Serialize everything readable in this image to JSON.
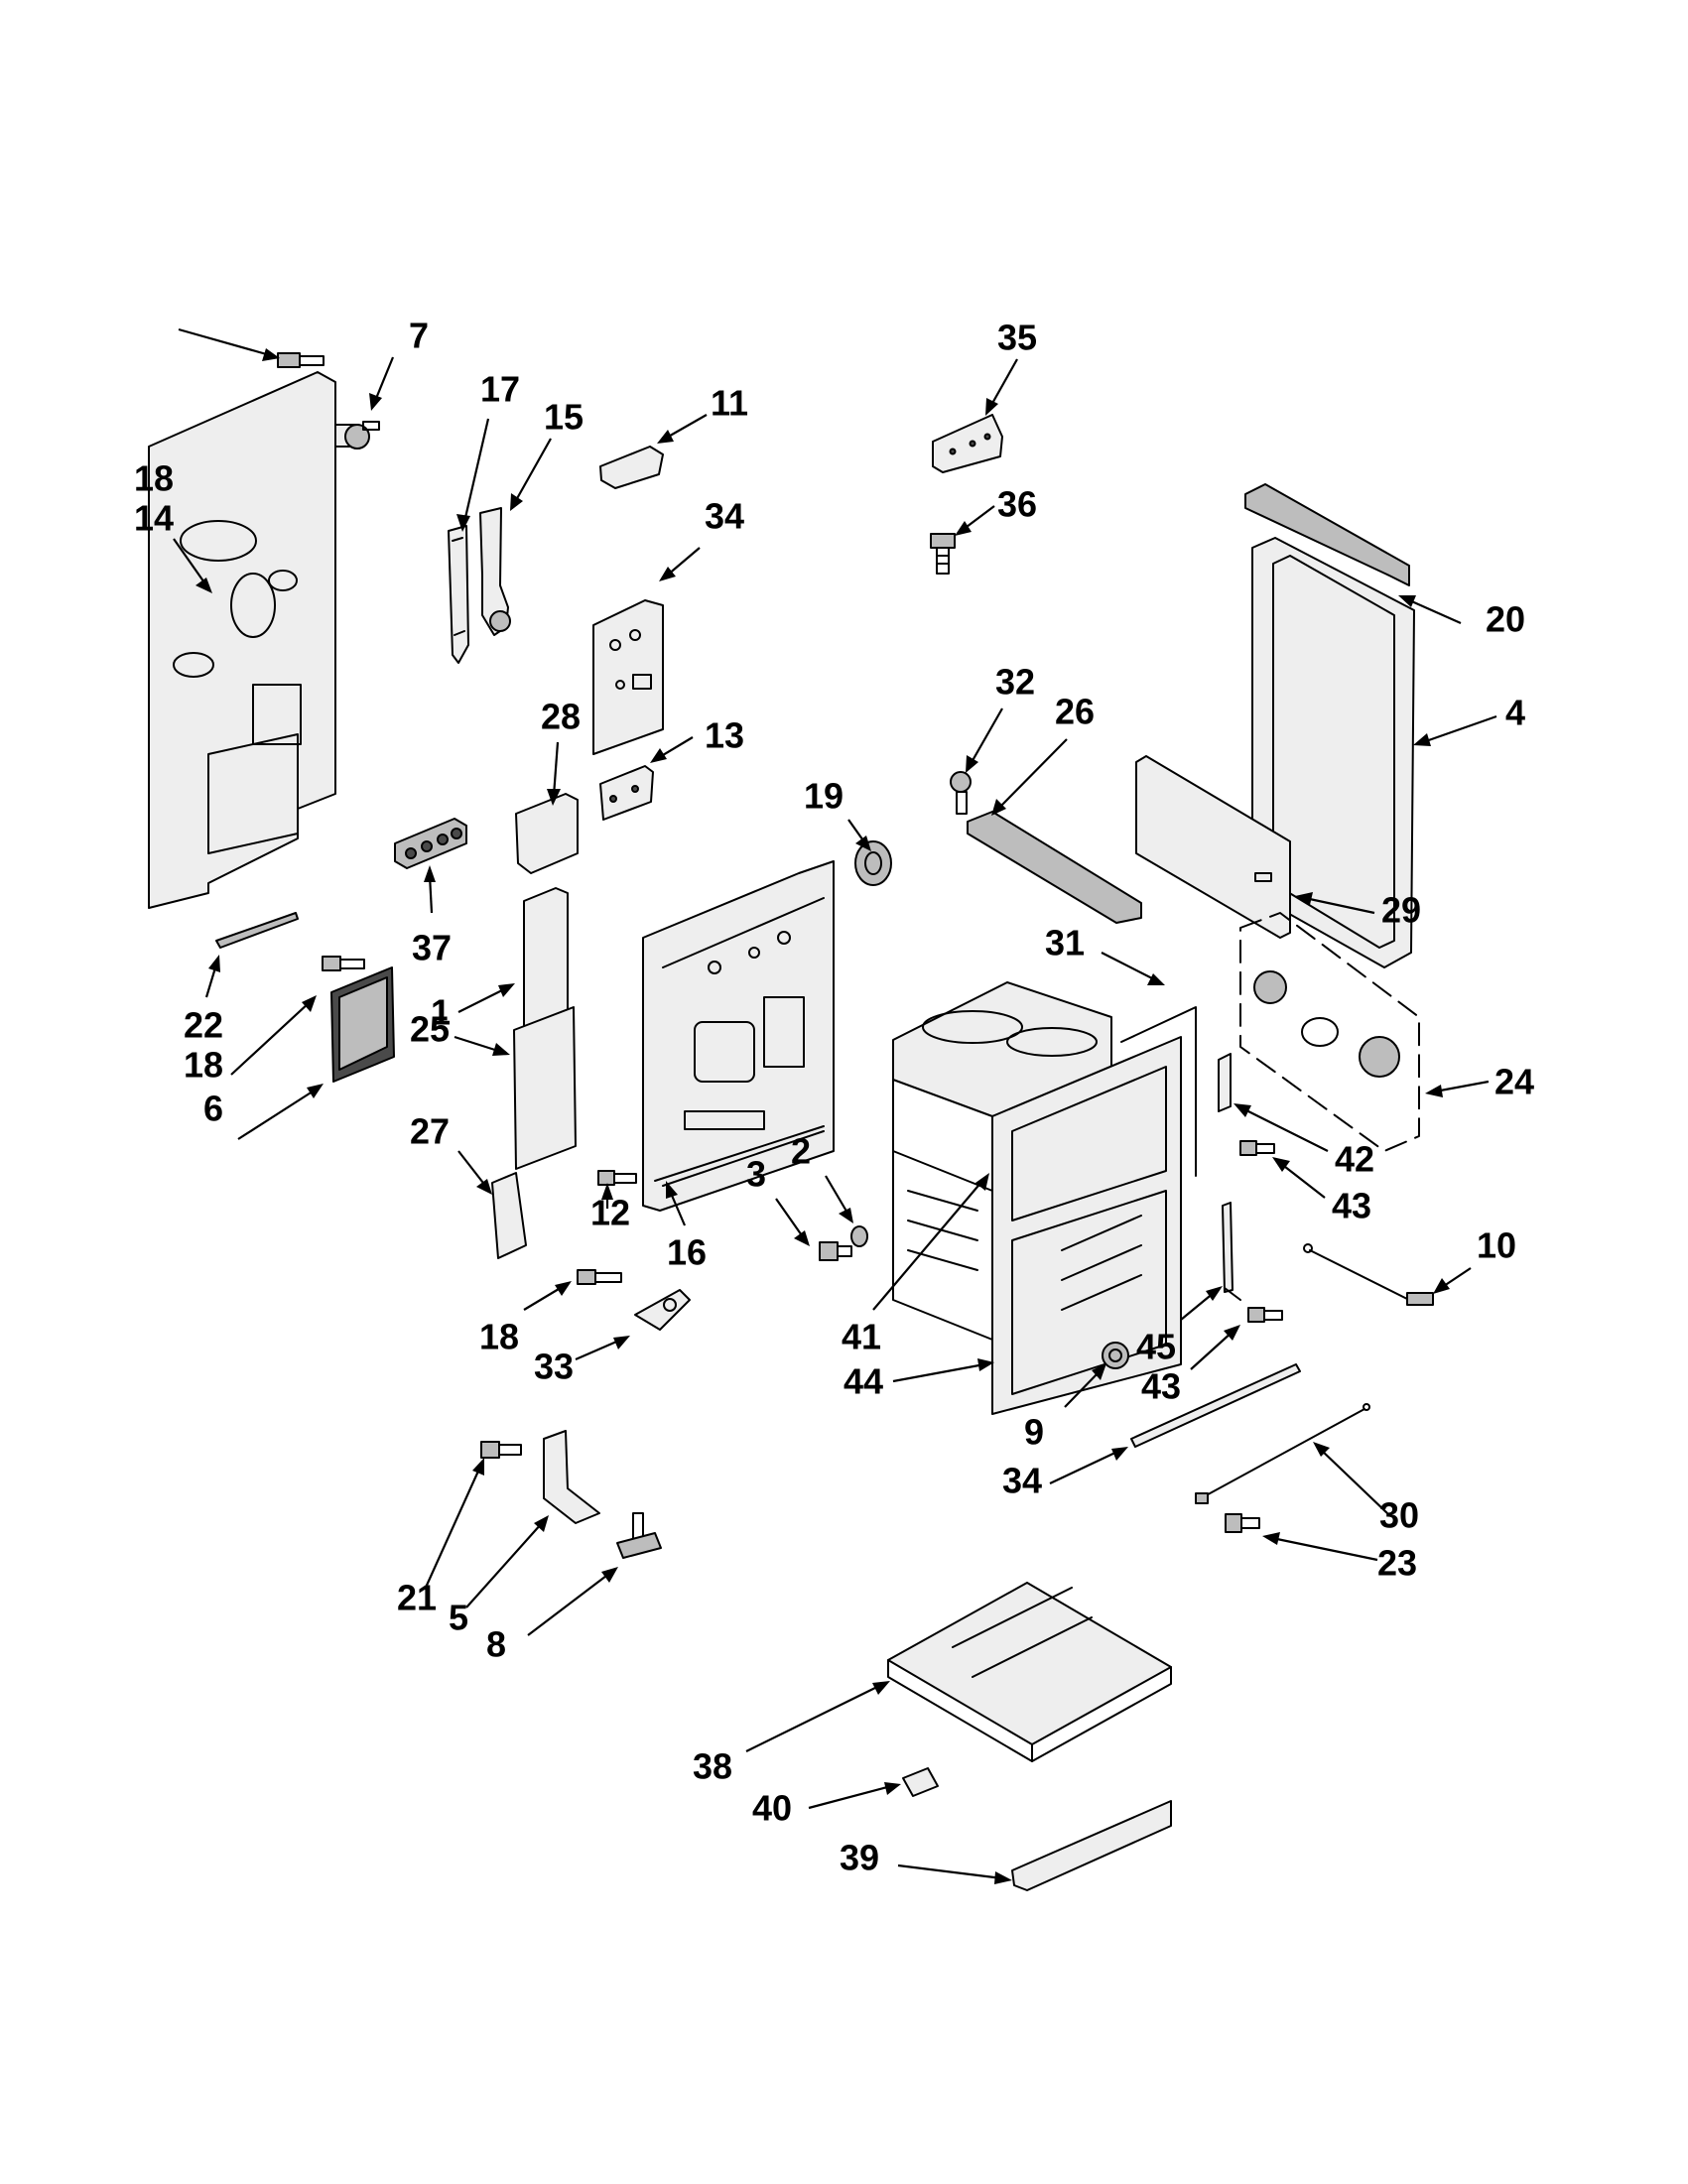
{
  "diagram": {
    "labels": [
      {
        "id": "7",
        "text": "7"
      },
      {
        "id": "17",
        "text": "17"
      },
      {
        "id": "15",
        "text": "15"
      },
      {
        "id": "11",
        "text": "11"
      },
      {
        "id": "35",
        "text": "35"
      },
      {
        "id": "18a",
        "text": "18"
      },
      {
        "id": "14",
        "text": "14"
      },
      {
        "id": "36",
        "text": "36"
      },
      {
        "id": "34a",
        "text": "34"
      },
      {
        "id": "20",
        "text": "20"
      },
      {
        "id": "28",
        "text": "28"
      },
      {
        "id": "13",
        "text": "13"
      },
      {
        "id": "32",
        "text": "32"
      },
      {
        "id": "26",
        "text": "26"
      },
      {
        "id": "4",
        "text": "4"
      },
      {
        "id": "19",
        "text": "19"
      },
      {
        "id": "37",
        "text": "37"
      },
      {
        "id": "29",
        "text": "29"
      },
      {
        "id": "31",
        "text": "31"
      },
      {
        "id": "1",
        "text": "1"
      },
      {
        "id": "22",
        "text": "22"
      },
      {
        "id": "24",
        "text": "24"
      },
      {
        "id": "18b",
        "text": "18"
      },
      {
        "id": "25",
        "text": "25"
      },
      {
        "id": "6",
        "text": "6"
      },
      {
        "id": "42",
        "text": "42"
      },
      {
        "id": "27",
        "text": "27"
      },
      {
        "id": "2",
        "text": "2"
      },
      {
        "id": "3",
        "text": "3"
      },
      {
        "id": "12",
        "text": "12"
      },
      {
        "id": "43a",
        "text": "43"
      },
      {
        "id": "16",
        "text": "16"
      },
      {
        "id": "10",
        "text": "10"
      },
      {
        "id": "41",
        "text": "41"
      },
      {
        "id": "18c",
        "text": "18"
      },
      {
        "id": "45",
        "text": "45"
      },
      {
        "id": "33",
        "text": "33"
      },
      {
        "id": "44",
        "text": "44"
      },
      {
        "id": "43b",
        "text": "43"
      },
      {
        "id": "9",
        "text": "9"
      },
      {
        "id": "34b",
        "text": "34"
      },
      {
        "id": "30",
        "text": "30"
      },
      {
        "id": "23",
        "text": "23"
      },
      {
        "id": "21",
        "text": "21"
      },
      {
        "id": "5",
        "text": "5"
      },
      {
        "id": "8",
        "text": "8"
      },
      {
        "id": "38",
        "text": "38"
      },
      {
        "id": "40",
        "text": "40"
      },
      {
        "id": "39",
        "text": "39"
      }
    ]
  }
}
